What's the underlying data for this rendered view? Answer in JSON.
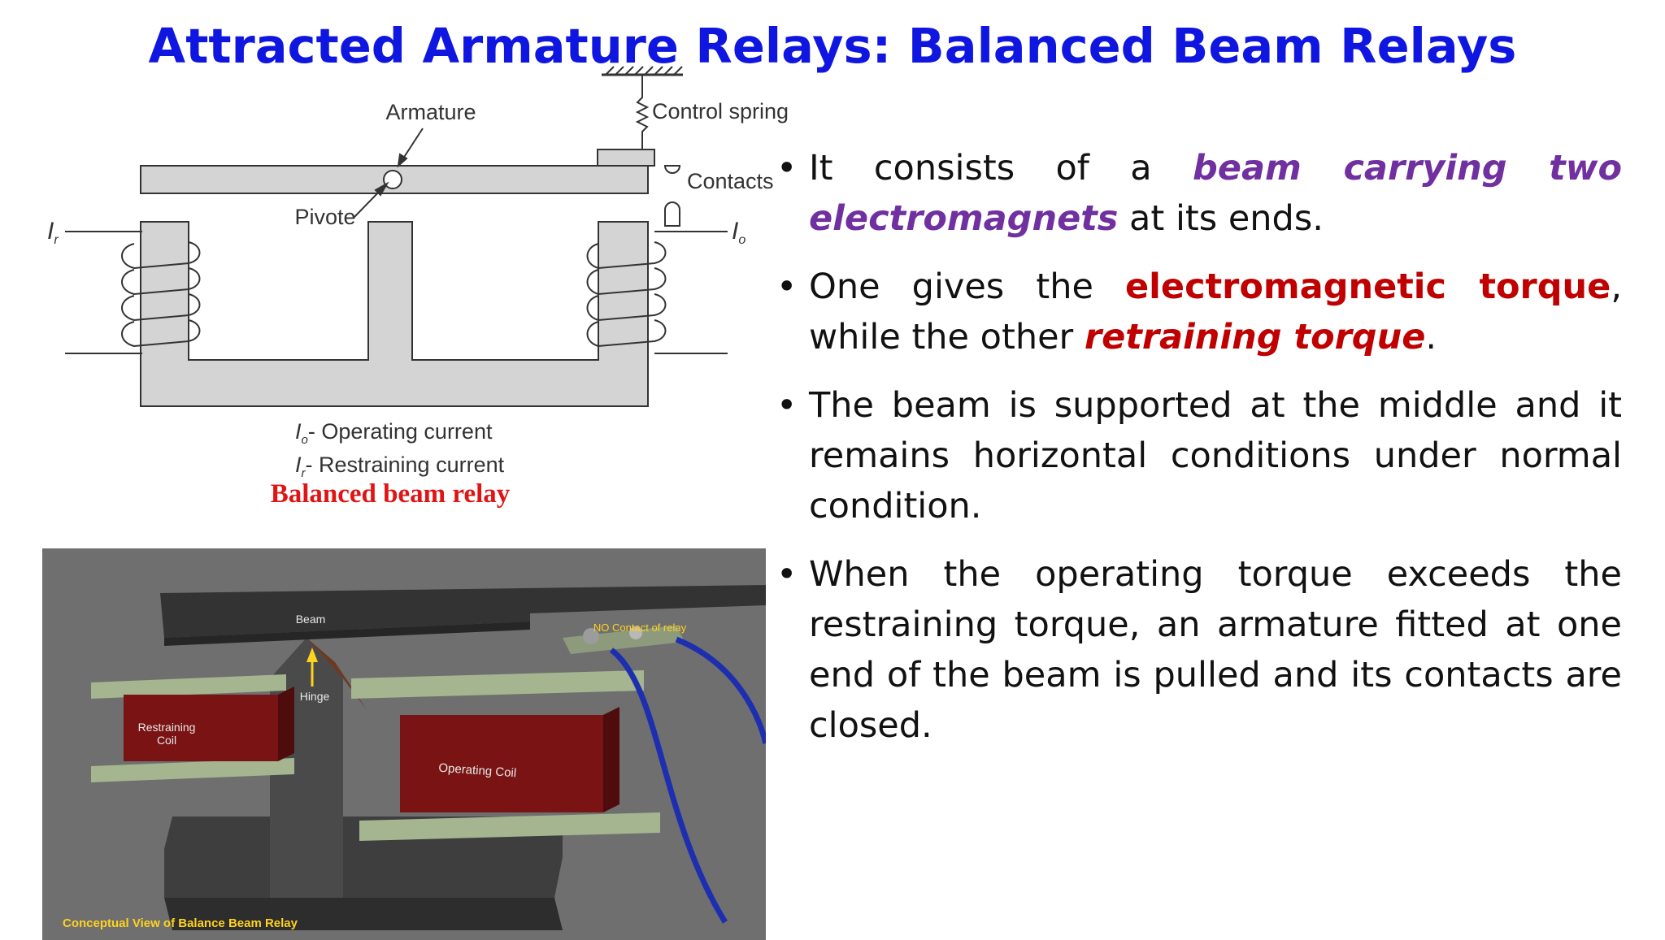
{
  "slide": {
    "title": "Attracted Armature Relays: Balanced Beam Relays"
  },
  "schematic": {
    "labels": {
      "armature": "Armature",
      "control_spring": "Control spring",
      "contacts": "Contacts",
      "pivot": "Pivote",
      "ir": "I",
      "ir_sub": "r",
      "io": "I",
      "io_sub": "o"
    },
    "legend": {
      "operating_sym": "I",
      "operating_sub": "o",
      "operating_text": "- Operating current",
      "restraining_sym": "I",
      "restraining_sub": "r",
      "restraining_text": "- Restraining current"
    },
    "caption": "Balanced beam relay"
  },
  "render_view": {
    "labels": {
      "beam": "Beam",
      "hinge": "Hinge",
      "no_contact": "NO Contact of relay",
      "restraining_coil_1": "Restraining",
      "restraining_coil_2": "Coil",
      "operating_coil": "Operating Coil",
      "caption": "Conceptual View of Balance Beam Relay"
    }
  },
  "bullets": {
    "b1": {
      "p1": "It consists of a ",
      "em1": "beam carrying two electromagnets",
      "p2": " at its ends."
    },
    "b2": {
      "p1": "One gives  the ",
      "em1": "electromagnetic torque",
      "p2": ", while the other ",
      "em2": "retraining torque",
      "p3": "."
    },
    "b3": {
      "p1": "The beam is supported at the middle  and it remains horizontal  conditions under normal condition."
    },
    "b4": {
      "p1": "When the operating torque exceeds the restraining torque, an armature fitted at one end of the  beam is pulled and its contacts are closed."
    }
  },
  "colors": {
    "title": "#0f16e0",
    "emphasis_purple": "#7030a0",
    "emphasis_red": "#c00000",
    "caption_red": "#e01414"
  }
}
